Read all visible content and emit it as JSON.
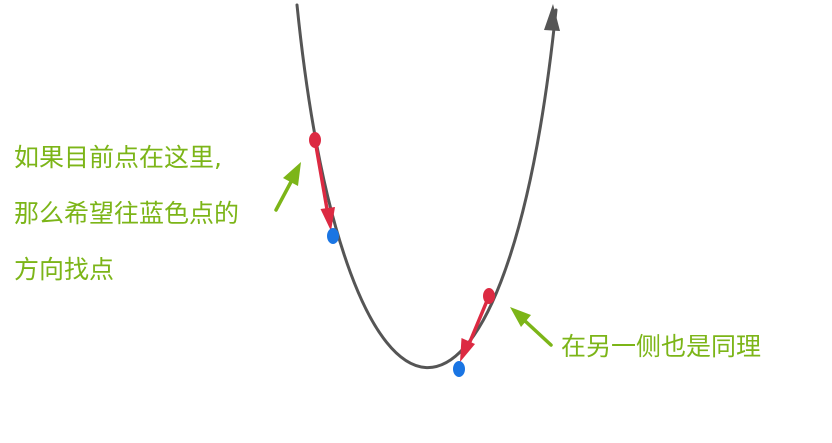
{
  "annotations": {
    "left_lines": [
      "如果目前点在这里,",
      "那么希望往蓝色点的",
      "方向找点"
    ],
    "right": "在另一侧也是同理"
  },
  "colors": {
    "curve": "#555555",
    "red_point": "#dc2a42",
    "blue_point": "#1a75e3",
    "gradient_arrow": "#dc2a42",
    "text": "#7cb518",
    "callout_arrow": "#7cb518"
  }
}
